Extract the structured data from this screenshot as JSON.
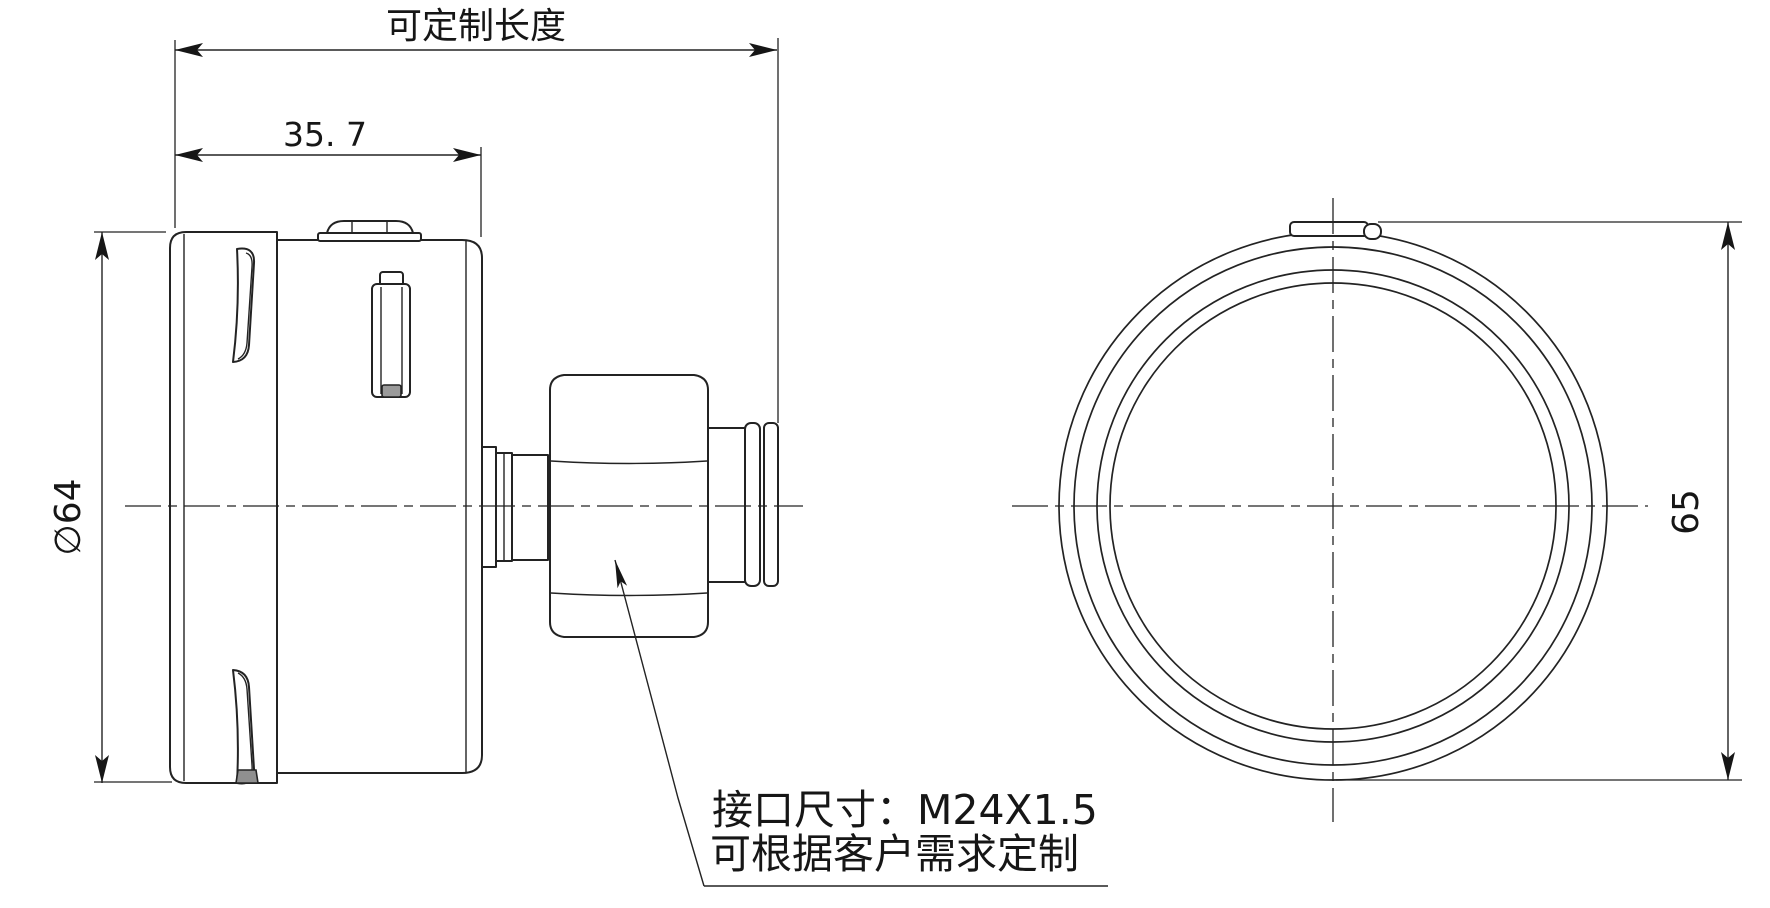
{
  "drawing": {
    "background_color": "#ffffff",
    "line_color": "#232323",
    "dim_color": "#161616",
    "views": {
      "side_view_name": "gauge-side-view",
      "front_view_name": "gauge-front-view"
    },
    "dimensions": {
      "customizable_length": {
        "label": "可定制长度"
      },
      "case_depth": {
        "label": "35. 7"
      },
      "case_diameter": {
        "label": "∅64"
      },
      "overall_height": {
        "label": "65"
      }
    },
    "annotation": {
      "line1": "接口尺寸：M24X1.5",
      "line2": "可根据客户需求定制"
    }
  }
}
